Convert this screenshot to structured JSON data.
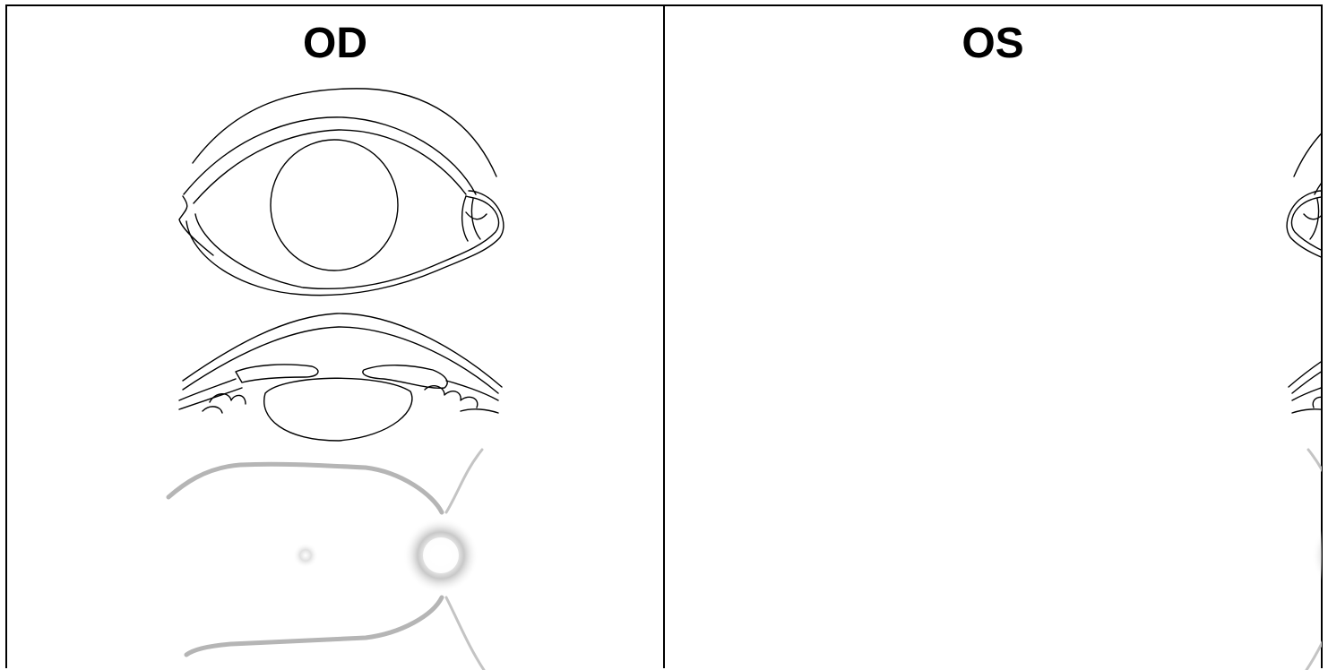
{
  "panels": {
    "left": {
      "label": "OD"
    },
    "right": {
      "label": "OS"
    }
  },
  "colors": {
    "border": "#000000",
    "line_art": "#000000",
    "fundus_vessels": "#b5b5b5",
    "background": "#ffffff"
  },
  "icons": [
    "eyelid-diagram",
    "anterior-chamber-cross-section",
    "fundus-diagram"
  ]
}
